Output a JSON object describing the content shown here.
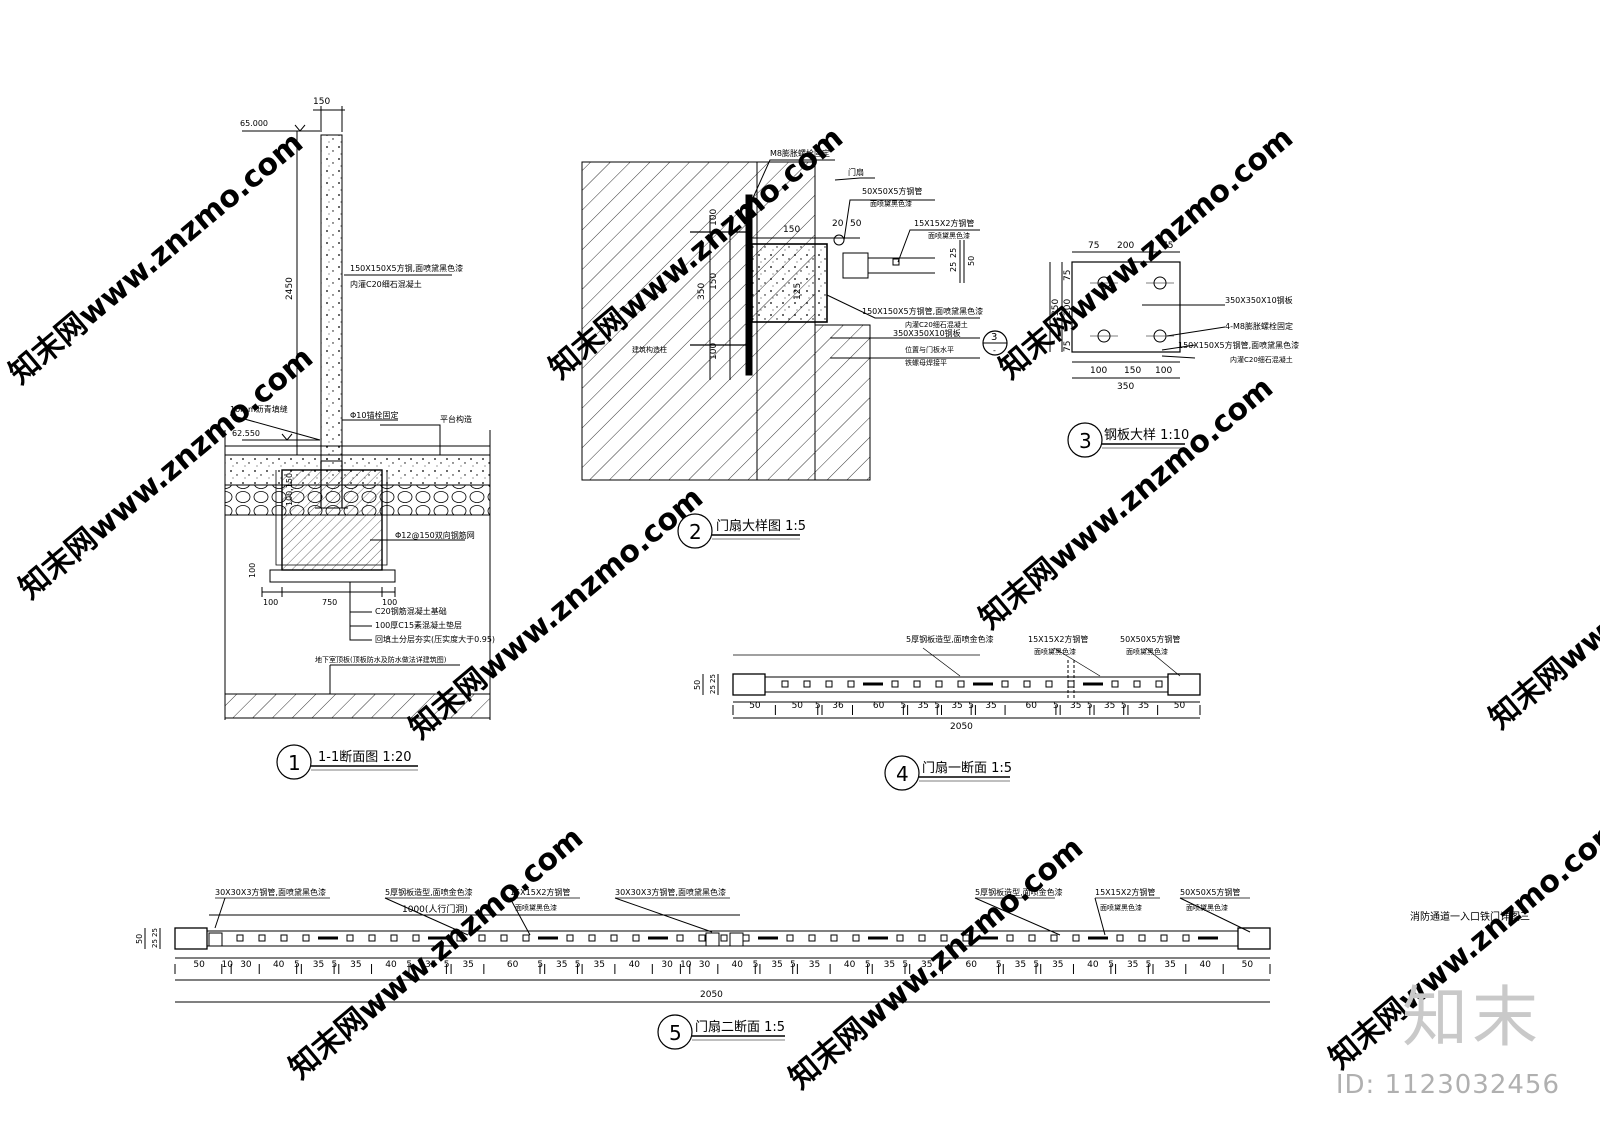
{
  "sheet_title": "消防通道一入口铁门详图三",
  "watermark_text": "知末网www.znzmo.com",
  "brand": {
    "name": "知末",
    "id_label": "ID: 1123032456"
  },
  "details": {
    "d1": {
      "number": "1",
      "title": "1-1断面图 1:20",
      "elev_top": "65.000",
      "elev_deck": "62.550",
      "dims": {
        "top_width": "150",
        "post_height": "2450",
        "base_width": "750",
        "side_a": "100",
        "side_b": "100",
        "base_h": "100",
        "embed": "100,150"
      },
      "labels": {
        "post": "150X150X5方钢,面喷黛黑色漆",
        "post_fill": "内灌C20细石混凝土",
        "seal": "10mm沥青填缝",
        "anchor": "Φ10锚栓固定",
        "platform": "平台构造",
        "mesh": "Φ12@150双向钢筋网",
        "footing": "C20钢筋混凝土基础",
        "cushion": "100厚C15素混凝土垫层",
        "backfill": "回填土分层夯实(压实度大于0.95)",
        "basement": "地下室顶板(顶板防水及防水做法详建筑图)"
      }
    },
    "d2": {
      "number": "2",
      "title": "门扇大样图 1:5",
      "dims": {
        "a": "150",
        "b": "20",
        "c": "50",
        "d": "100",
        "e": "350",
        "f": "150",
        "g": "100",
        "h": "125",
        "i": "25",
        "j": "25",
        "k": "50"
      },
      "labels": {
        "bolt": "M8膨胀螺栓固定",
        "leaf": "门扇",
        "tube50": "50X50X5方钢管",
        "tube50_paint": "面喷黛黑色漆",
        "tube15": "15X15X2方钢管",
        "tube15_paint": "面喷黛黑色漆",
        "wall": "建筑构造柱",
        "post": "150X150X5方钢管,面喷黛黑色漆",
        "post_fill": "内灌C20细石混凝土",
        "plate": "350X350X10钢板",
        "ref_num": "3",
        "ref_sheet": "-",
        "align": "位置与门板水平",
        "weld": "铁螺母焊接平"
      }
    },
    "d3": {
      "number": "3",
      "title": "钢板大样 1:10",
      "dims": {
        "top": [
          "75",
          "200",
          "75"
        ],
        "left": [
          "75",
          "200",
          "75"
        ],
        "left_total": "350",
        "bottom": [
          "100",
          "150",
          "100"
        ],
        "bottom_total": "350"
      },
      "labels": {
        "plate": "350X350X10钢板",
        "bolts": "4-M8膨胀螺栓固定",
        "post": "150X150X5方钢管,面喷黛黑色漆",
        "post_fill": "内灌C20细石混凝土"
      }
    },
    "d4": {
      "number": "4",
      "title": "门扇一断面 1:5",
      "side_dims": {
        "total": "50",
        "a": "25",
        "b": "25"
      },
      "labels": {
        "plate": "5厚钢板造型,面喷金色漆",
        "tube15": "15X15X2方钢管",
        "tube15_paint": "面喷黛黑色漆",
        "tube50": "50X50X5方钢管",
        "tube50_paint": "面喷黛黑色漆"
      },
      "dims": [
        "50",
        "50",
        "5",
        "36",
        "60",
        "5",
        "35",
        "5",
        "35",
        "5",
        "35",
        "60",
        "5",
        "35",
        "5",
        "35",
        "5",
        "35",
        "50"
      ],
      "total": "2050"
    },
    "d5": {
      "number": "5",
      "title": "门扇二断面 1:5",
      "side_dims": {
        "total": "50",
        "a": "25",
        "b": "25"
      },
      "labels": {
        "tube30_left": "30X30X3方钢管,面喷黛黑色漆",
        "plate_left": "5厚钢板造型,面喷金色漆",
        "tube15_left": "15X15X2方钢管",
        "tube15_left_paint": "面喷黛黑色漆",
        "tube30_mid": "30X30X3方钢管,面喷黛黑色漆",
        "door_span": "1000(人行门洞)",
        "plate_right": "5厚钢板造型,面喷金色漆",
        "tube15_right": "15X15X2方钢管",
        "tube15_right_paint": "面喷黛黑色漆",
        "tube50": "50X50X5方钢管",
        "tube50_paint": "面喷黛黑色漆"
      },
      "dims": [
        "50",
        "10",
        "30",
        "40",
        "5",
        "35",
        "5",
        "35",
        "40",
        "5",
        "35",
        "5",
        "35",
        "60",
        "5",
        "35",
        "5",
        "35",
        "40",
        "30",
        "10",
        "30",
        "40",
        "5",
        "35",
        "5",
        "35",
        "40",
        "5",
        "35",
        "5",
        "35",
        "60",
        "5",
        "35",
        "5",
        "35",
        "40",
        "5",
        "35",
        "5",
        "35",
        "40",
        "50"
      ],
      "total": "2050"
    }
  }
}
